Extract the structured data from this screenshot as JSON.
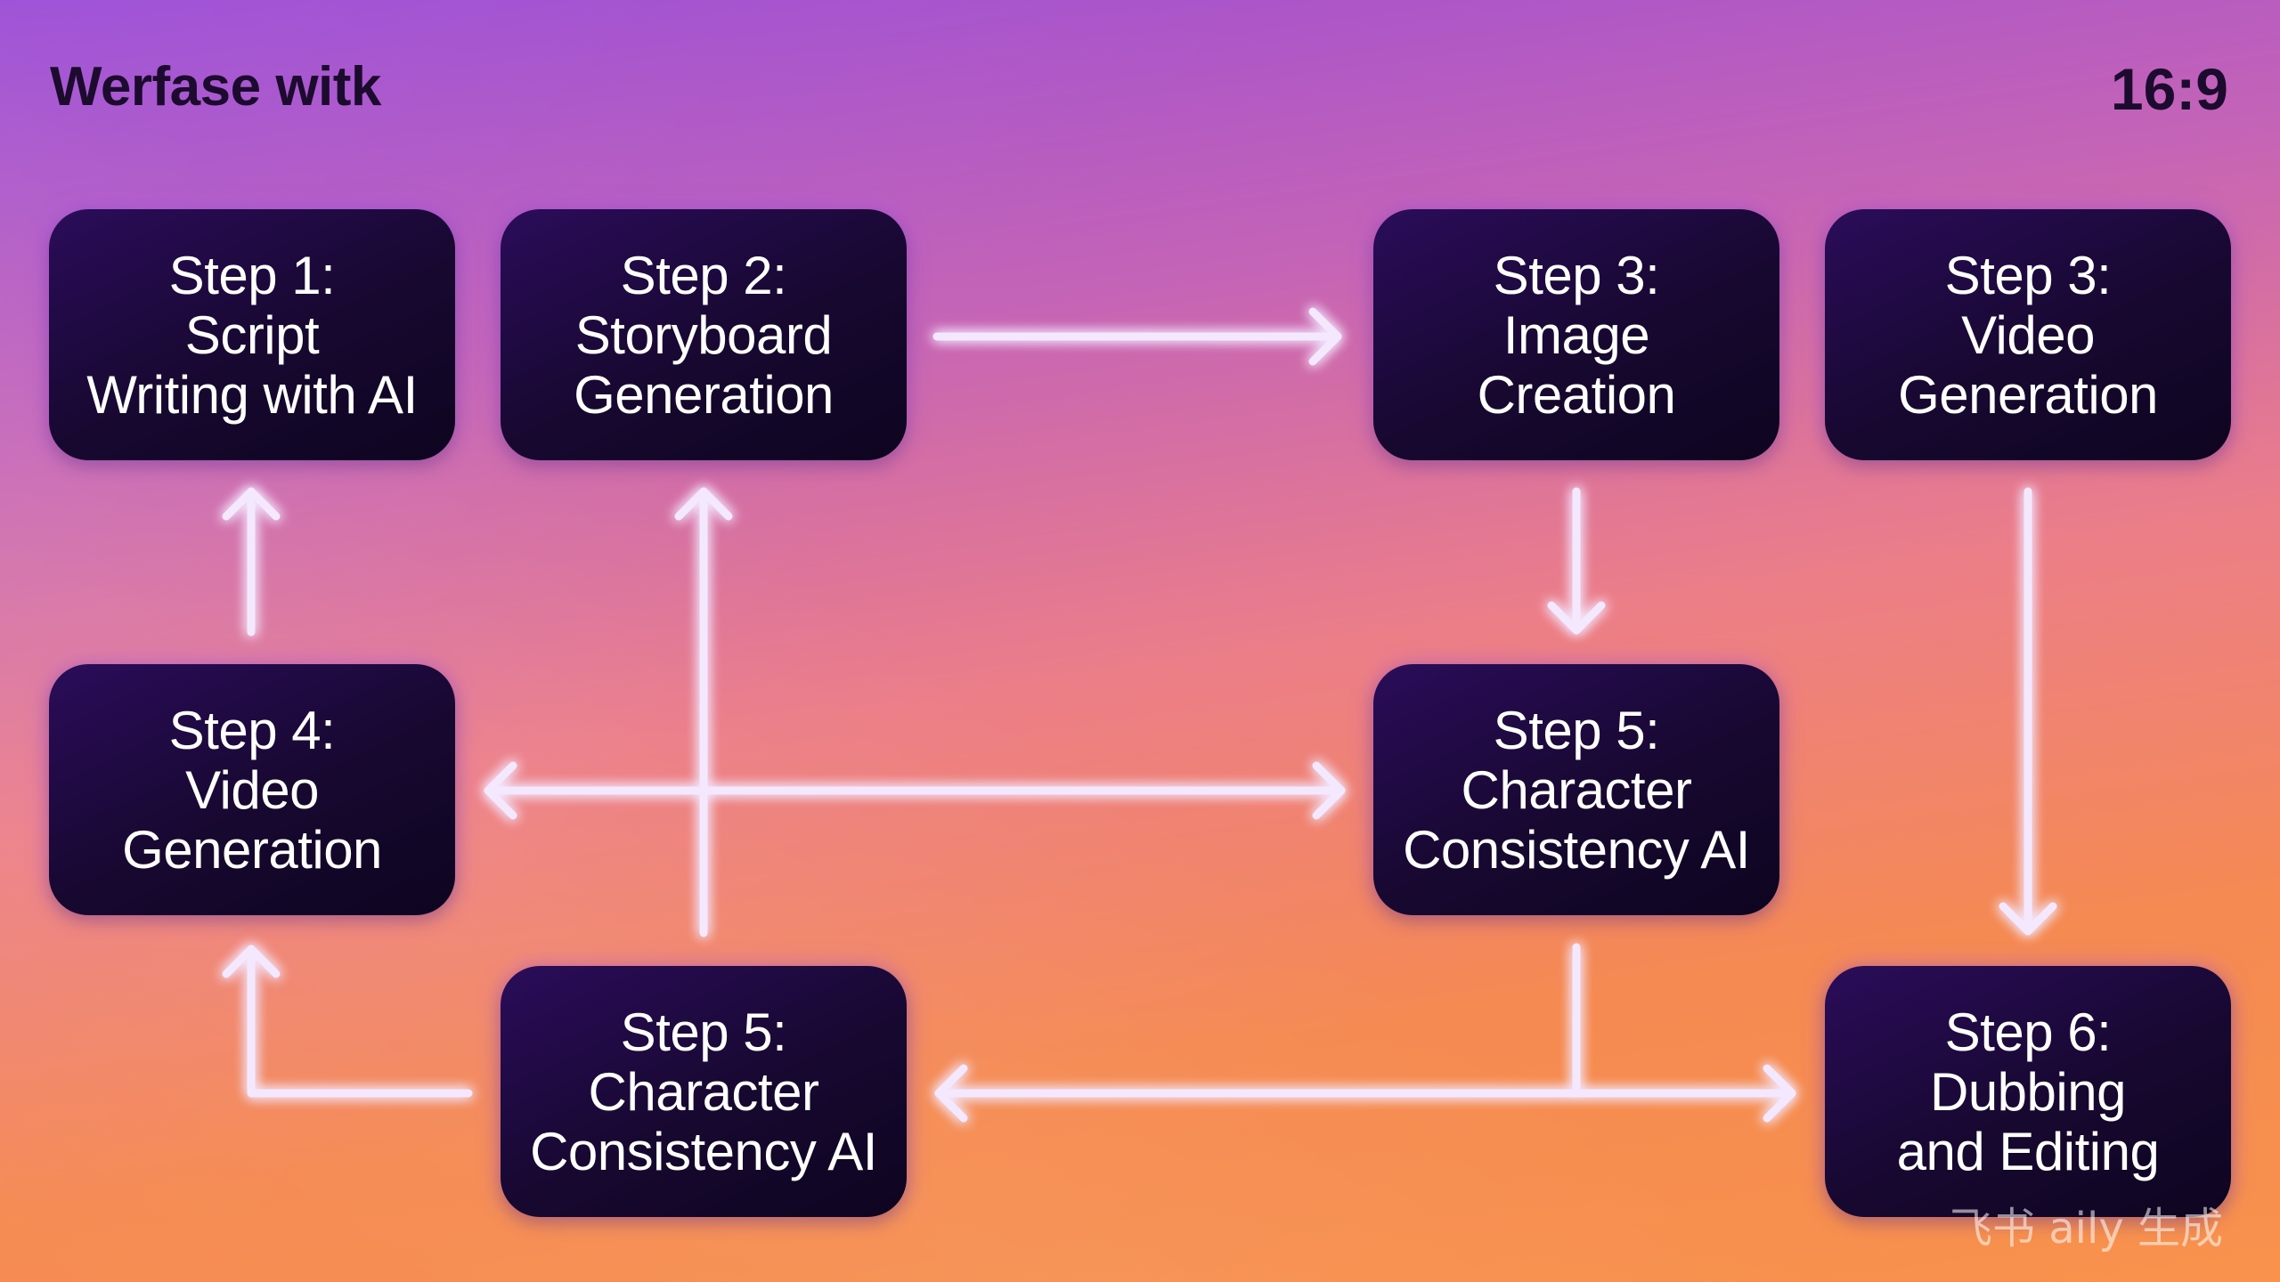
{
  "header": {
    "title": "Werfase witk",
    "aspect_ratio": "16:9"
  },
  "nodes": [
    {
      "id": "script-writing",
      "label": "Step 1:\nScript\nWriting with AI"
    },
    {
      "id": "storyboard-generation",
      "label": "Step 2:\nStoryboard\nGeneration"
    },
    {
      "id": "image-creation",
      "label": "Step 3:\nImage\nCreation"
    },
    {
      "id": "video-generation-top",
      "label": "Step 3:\nVideo\nGeneration"
    },
    {
      "id": "video-generation-left",
      "label": "Step 4:\nVideo\nGeneration"
    },
    {
      "id": "character-consistency-center",
      "label": "Step 5:\nCharacter\nConsistency AI"
    },
    {
      "id": "character-consistency-bottom",
      "label": "Step 5:\nCharacter\nConsistency AI"
    },
    {
      "id": "dubbing-editing",
      "label": "Step 6:\nDubbing\nand Editing"
    }
  ],
  "edges": [
    {
      "from": "storyboard-generation",
      "to": "image-creation"
    },
    {
      "from": "image-creation",
      "to": "character-consistency-center"
    },
    {
      "from": "video-generation-top",
      "to": "dubbing-editing"
    },
    {
      "from": "video-generation-left",
      "to": "script-writing"
    },
    {
      "from": "character-consistency-bottom",
      "to": "storyboard-generation"
    },
    {
      "from": "video-generation-left",
      "to": "character-consistency-center",
      "bidirectional": true
    },
    {
      "from": "character-consistency-bottom",
      "to": "video-generation-left"
    },
    {
      "from": "character-consistency-bottom",
      "to": "dubbing-editing",
      "bidirectional": true
    },
    {
      "from": "character-consistency-center",
      "to": "dubbing-editing"
    }
  ],
  "watermark": "飞书 aily 生成",
  "colors": {
    "node_fill": "#170830",
    "node_text": "#ffffff",
    "connector": "#f4e8ff",
    "connector_glow": "#c77dff",
    "title_text": "#1c0b2e"
  }
}
